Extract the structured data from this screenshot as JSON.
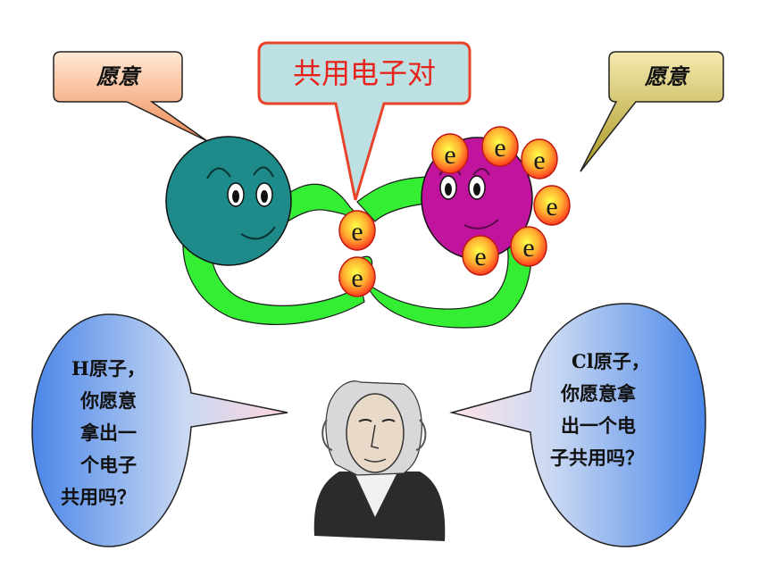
{
  "callouts": {
    "left": "愿意",
    "center": "共用电子对",
    "right": "愿意"
  },
  "electron_symbol": "e",
  "bubbles": {
    "left": {
      "lines": [
        "H原子，",
        "你愿意",
        "拿出一",
        "个电子",
        "共用吗？"
      ]
    },
    "right": {
      "lines": [
        "Cl原子，",
        "你愿意拿",
        "出一个电",
        "子共用吗？"
      ]
    }
  },
  "colors": {
    "hydrogen": "#1e8a8a",
    "chlorine": "#c0149e",
    "arm": "#33ee33",
    "electron": "#ff7a1a",
    "callout_center_text": "#e8231b"
  }
}
